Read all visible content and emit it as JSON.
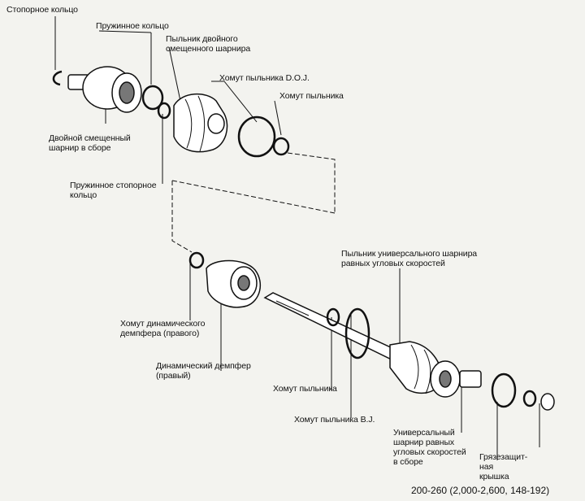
{
  "labels": {
    "snap_ring": "Стопорное кольцо",
    "spring_ring": "Пружинное кольцо",
    "doj_boot": "Пыльник двойного\nсмещенного шарнира",
    "doj_boot_clamp": "Хомут пыльника D.O.J.",
    "boot_clamp_top": "Хомут пыльника",
    "doj_assembly": "Двойной смещенный\nшарнир в сборе",
    "spring_snap_ring": "Пружинное стопорное\nкольцо",
    "cv_boot": "Пыльник универсального шарнира\nравных угловых скоростей",
    "damper_clamp": "Хомут динамического\nдемпфера (правого)",
    "damper": "Динамический демпфер\n(правый)",
    "boot_clamp_mid": "Хомут пыльника",
    "bj_boot_clamp": "Хомут пыльника B.J.",
    "cv_assembly": "Универсальный\nшарнир равных\nугловых скоростей\nв сборе",
    "dust_cap": "Грязезащит-\nная\nкрышка"
  },
  "part_number": "200-260 (2,000-2,600, 148-192)"
}
